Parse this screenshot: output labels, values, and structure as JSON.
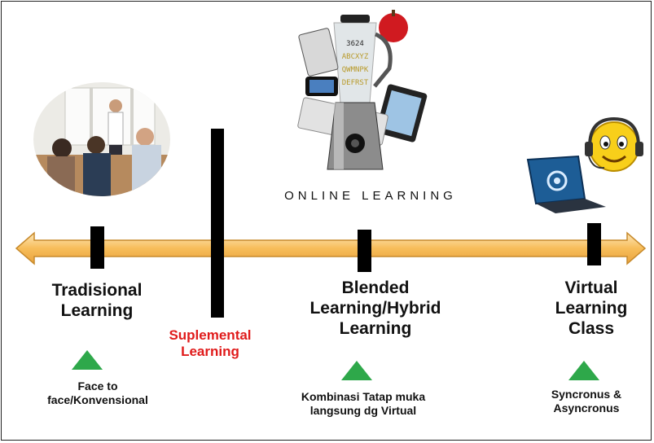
{
  "online_label": "ONLINE LEARNING",
  "stages": [
    {
      "title": "Tradisional Learning",
      "desc": "Face to face/Konvensional"
    },
    {
      "title": "Suplemental Learning"
    },
    {
      "title": "Blended Learning/Hybrid Learning",
      "desc": "Kombinasi Tatap muka langsung dg Virtual"
    },
    {
      "title": "Virtual Learning Class",
      "desc": "Syncronus & Asyncronus"
    }
  ],
  "icons": [
    "classroom-photo",
    "blender-icon",
    "apple-icon",
    "ereader-icon",
    "phone-icon",
    "tablet-icon",
    "keyboard-icon",
    "laptop-icon",
    "smiley-headset-icon"
  ],
  "colors": {
    "arrow": "#f7bd5a",
    "arrow_highlight": "#fde7ba",
    "accent_red": "#e01b1b",
    "triangle": "#2ea84a"
  }
}
